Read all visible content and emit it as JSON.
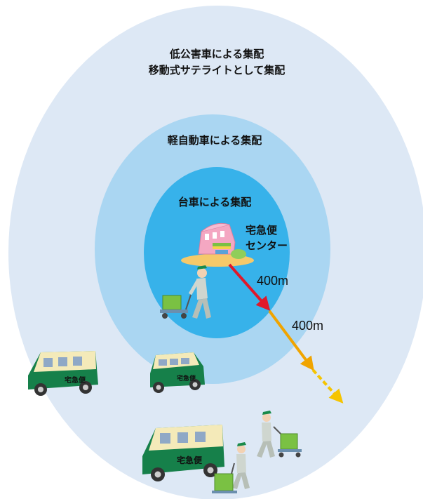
{
  "zones": {
    "outer_label_line1": "低公害車による集配",
    "outer_label_line2": "移動式サテライトとして集配",
    "middle_label": "軽自動車による集配",
    "inner_label": "台車による集配"
  },
  "center": {
    "label_line1": "宅急便",
    "label_line2": "センター"
  },
  "distances": {
    "first": "400m",
    "second": "400m"
  },
  "vehicle_logo_text": "宅急便",
  "colors": {
    "outer": "#dde8f5",
    "middle": "#aad6f2",
    "inner": "#37b2ea",
    "arrow_red": "#e0182a",
    "arrow_orange": "#f0a400",
    "arrow_yellow": "#f5c400",
    "truck_green": "#16804a",
    "truck_cream": "#f4eab9",
    "building_pink": "#f4a7c2"
  }
}
